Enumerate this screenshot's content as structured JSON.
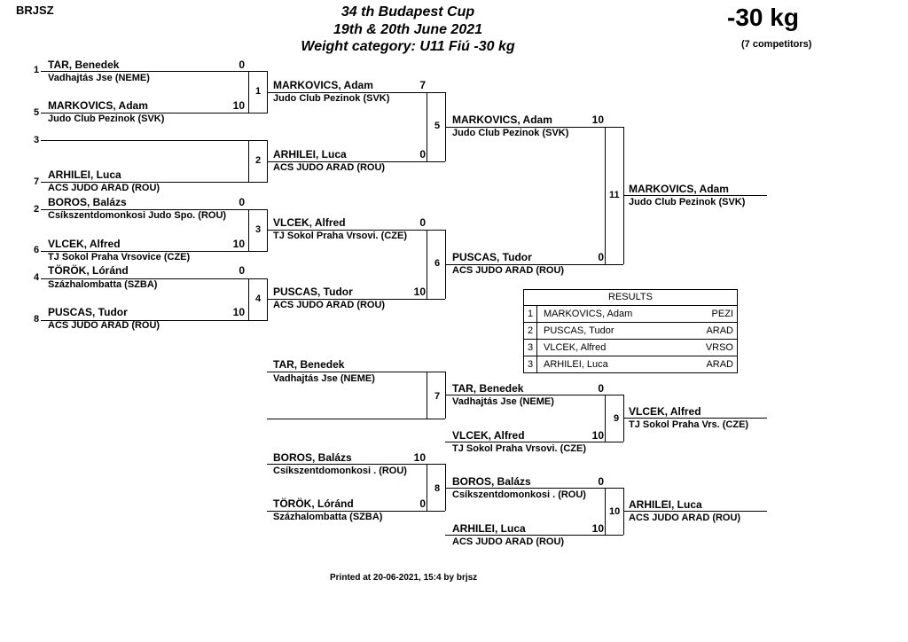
{
  "header": {
    "brand": "BRJSZ",
    "title_line1": "34 th Budapest Cup",
    "title_line2": "19th & 20th June 2021",
    "title_line3": "Weight category: U11 Fiú -30 kg",
    "weight": "-30 kg",
    "competitors": "(7 competitors)"
  },
  "draw": [
    {
      "seed": "1",
      "name": "TAR, Benedek",
      "club": "Vadhajtás Jse (NEME)",
      "score": "0"
    },
    {
      "seed": "5",
      "name": "MARKOVICS, Adam",
      "club": "Judo Club Pezinok (SVK)",
      "score": "10"
    },
    {
      "seed": "3",
      "name": "",
      "club": "",
      "score": ""
    },
    {
      "seed": "7",
      "name": "ARHILEI, Luca",
      "club": "ACS JUDO ARAD (ROU)",
      "score": ""
    },
    {
      "seed": "2",
      "name": "BOROS, Balázs",
      "club": "Csíkszentdomonkosi Judo Spo. (ROU)",
      "score": "0"
    },
    {
      "seed": "6",
      "name": "VLCEK, Alfred",
      "club": "TJ Sokol Praha Vrsovice (CZE)",
      "score": "10"
    },
    {
      "seed": "4",
      "name": "TÖRÖK, Lóránd",
      "club": "Százhalombatta (SZBA)",
      "score": "0"
    },
    {
      "seed": "8",
      "name": "PUSCAS, Tudor",
      "club": "ACS JUDO ARAD (ROU)",
      "score": "10"
    }
  ],
  "round2": [
    {
      "name": "MARKOVICS, Adam",
      "club": "Judo Club Pezinok (SVK)",
      "score": "7"
    },
    {
      "name": "ARHILEI, Luca",
      "club": "ACS JUDO ARAD (ROU)",
      "score": "0"
    },
    {
      "name": "VLCEK, Alfred",
      "club": "TJ Sokol Praha Vrsovi. (CZE)",
      "score": "0"
    },
    {
      "name": "PUSCAS, Tudor",
      "club": "ACS JUDO ARAD (ROU)",
      "score": "10"
    }
  ],
  "round3": [
    {
      "name": "MARKOVICS, Adam",
      "club": "Judo Club Pezinok (SVK)",
      "score": "10"
    },
    {
      "name": "PUSCAS, Tudor",
      "club": "ACS JUDO ARAD (ROU)",
      "score": "0"
    }
  ],
  "winner": {
    "name": "MARKOVICS, Adam",
    "club": "Judo Club Pezinok (SVK)"
  },
  "repechage_entries": [
    {
      "name": "TAR, Benedek",
      "club": "Vadhajtás Jse (NEME)",
      "score": ""
    },
    {
      "name": "BOROS, Balázs",
      "club": "Csíkszentdomonkosi . (ROU)",
      "score": "10"
    },
    {
      "name": "TÖRÖK, Lóránd",
      "club": "Százhalombatta (SZBA)",
      "score": "0"
    }
  ],
  "repechage_r2": [
    {
      "name": "TAR, Benedek",
      "club": "Vadhajtás Jse (NEME)",
      "score": "0"
    },
    {
      "name": "VLCEK, Alfred",
      "club": "TJ Sokol Praha Vrsovi. (CZE)",
      "score": "10"
    },
    {
      "name": "BOROS, Balázs",
      "club": "Csíkszentdomonkosi . (ROU)",
      "score": "0"
    },
    {
      "name": "ARHILEI, Luca",
      "club": "ACS JUDO ARAD (ROU)",
      "score": "10"
    }
  ],
  "bronze": [
    {
      "name": "VLCEK, Alfred",
      "club": "TJ Sokol Praha Vrs. (CZE)"
    },
    {
      "name": "ARHILEI, Luca",
      "club": "ACS JUDO ARAD (ROU)"
    }
  ],
  "match_numbers": [
    "1",
    "2",
    "3",
    "4",
    "5",
    "6",
    "11",
    "7",
    "8",
    "9",
    "10"
  ],
  "results": {
    "title": "RESULTS",
    "rows": [
      {
        "place": "1",
        "name": "MARKOVICS, Adam",
        "club": "PEZI"
      },
      {
        "place": "2",
        "name": "PUSCAS, Tudor",
        "club": "ARAD"
      },
      {
        "place": "3",
        "name": "VLCEK, Alfred",
        "club": "VRSO"
      },
      {
        "place": "3",
        "name": "ARHILEI, Luca",
        "club": "ARAD"
      }
    ]
  },
  "footer": {
    "printed": "Printed at 20-06-2021, 15:4 by brjsz"
  }
}
